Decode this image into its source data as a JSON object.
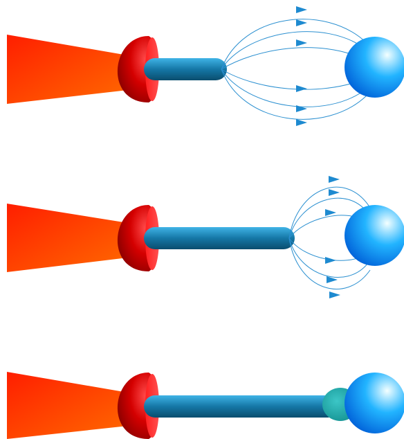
{
  "figure": {
    "panels": [
      {
        "stage": "far",
        "field_lines": 6,
        "stalk_extension": 0.0,
        "contact": false
      },
      {
        "stage": "near",
        "field_lines": 6,
        "stalk_extension": 0.5,
        "contact": false
      },
      {
        "stage": "contact",
        "field_lines": 0,
        "stalk_extension": 1.0,
        "contact": true
      }
    ]
  },
  "colors": {
    "cone_start": "#ff1e00",
    "cone_end": "#ff6a00",
    "cap_highlight": "#ff4a4a",
    "cap_shadow": "#7a0000",
    "stalk_light": "#3fb3e6",
    "stalk_dark": "#0a4d6e",
    "sphere_highlight": "#f4ffff",
    "sphere_mid": "#22b4ff",
    "sphere_dark": "#0060d8",
    "field_line": "#2a8fd0",
    "arrow": "#1e8ad0",
    "tip_cup": "#0e8a8a"
  }
}
